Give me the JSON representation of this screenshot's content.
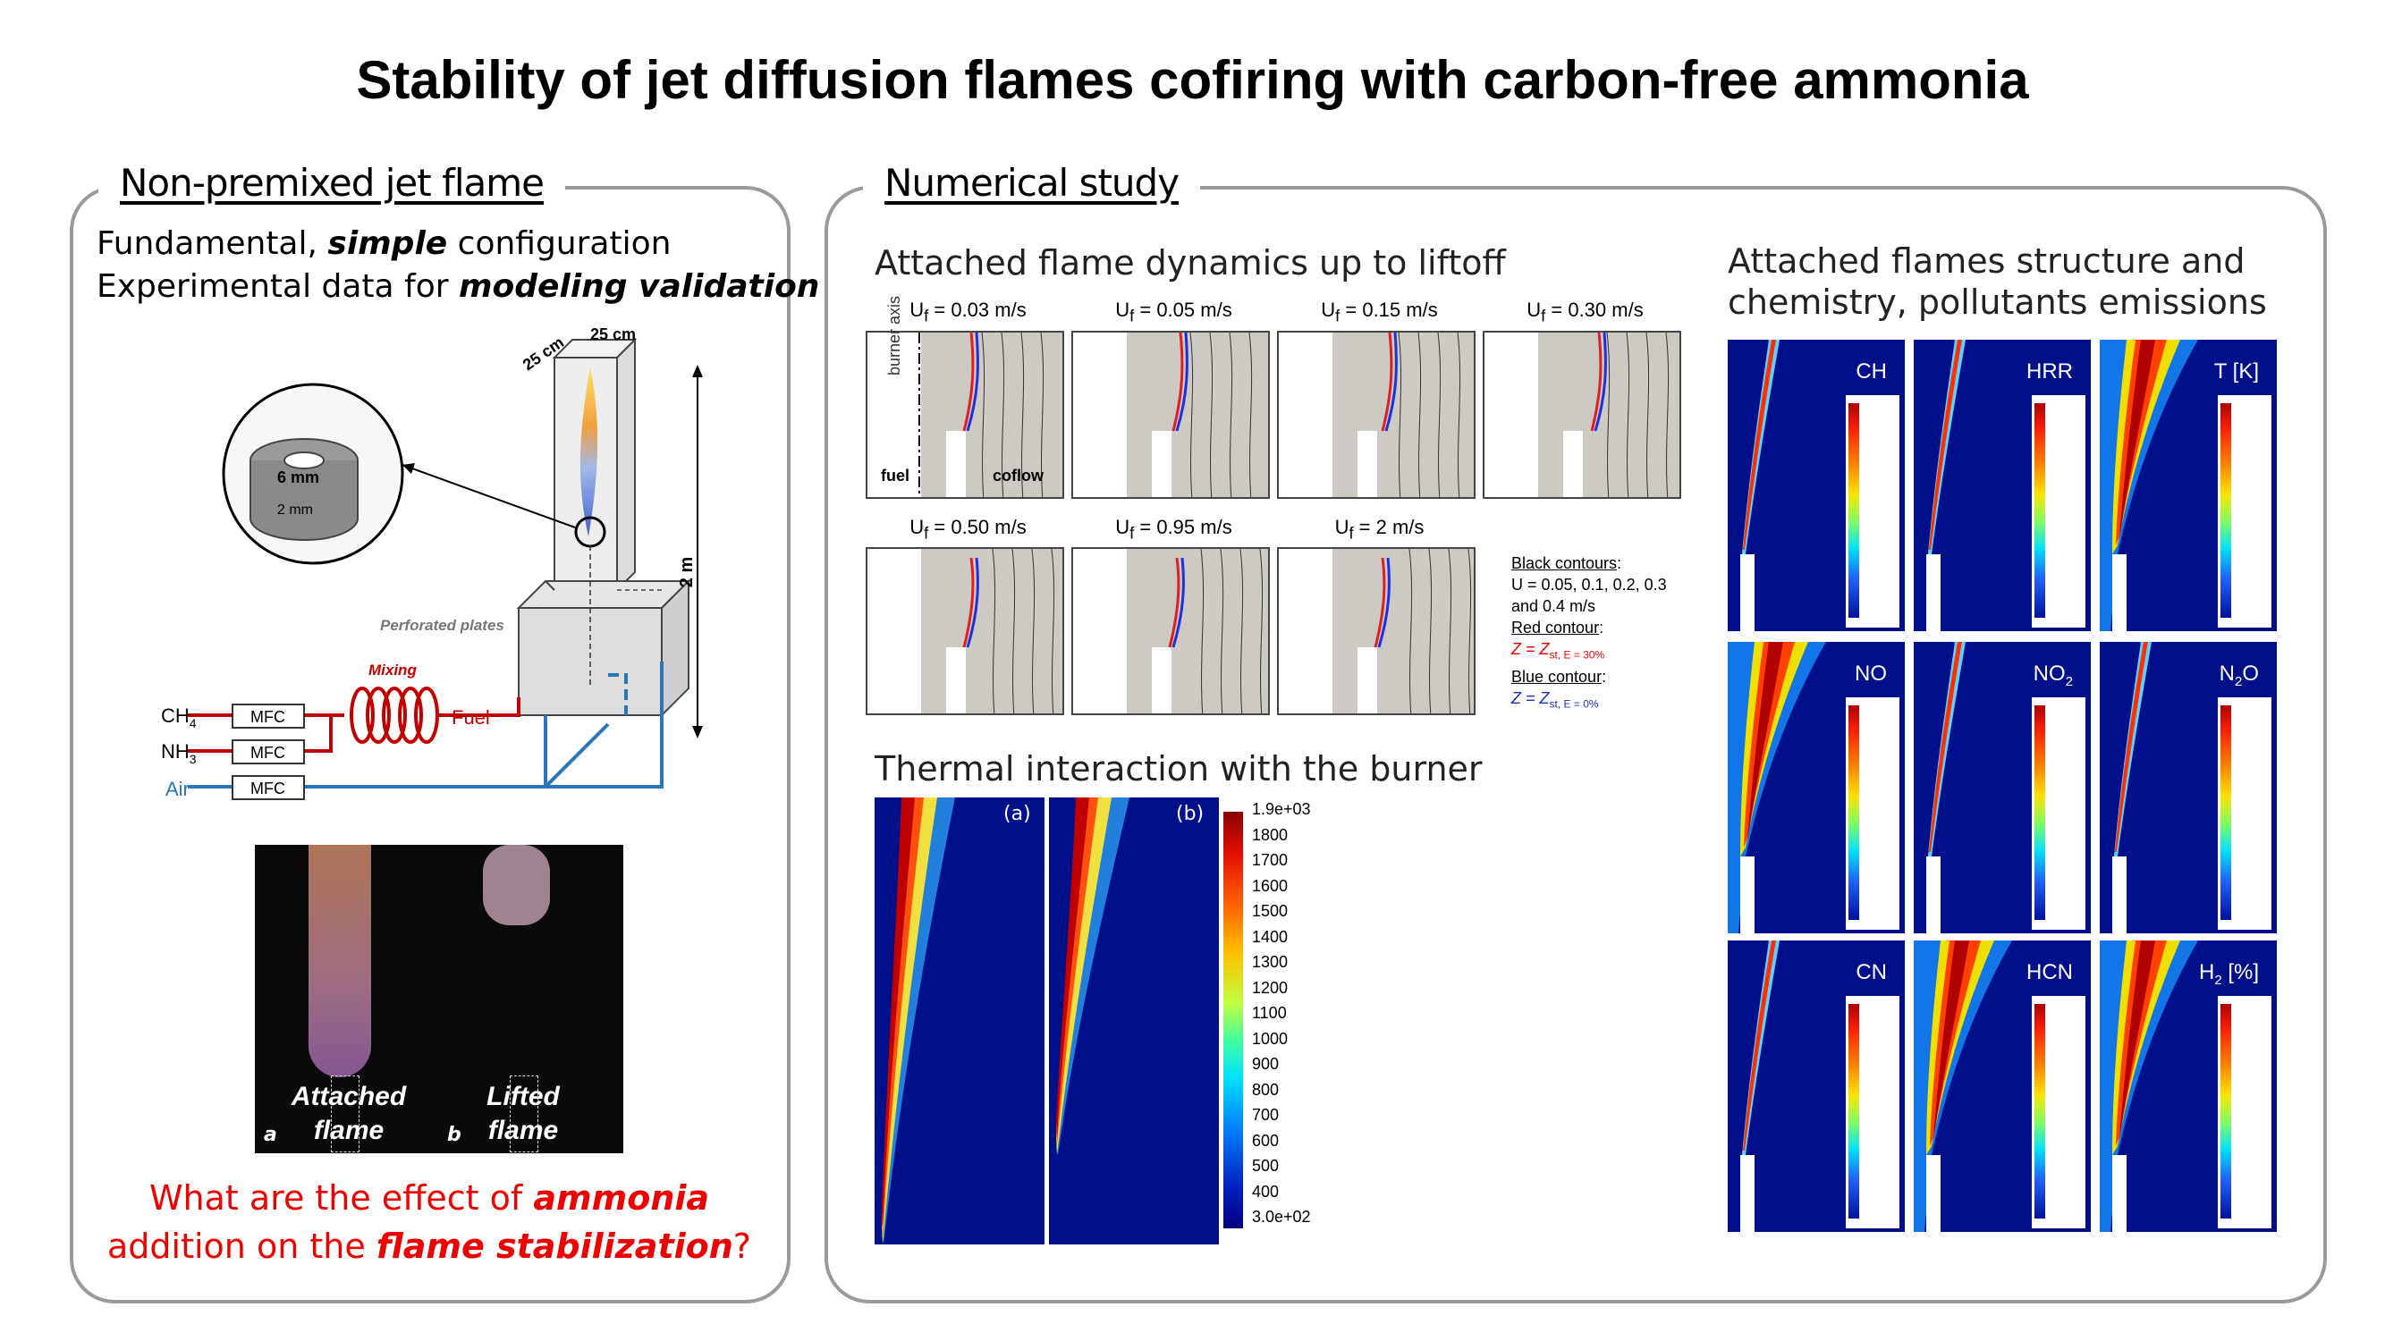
{
  "title": "Stability of jet diffusion flames cofiring with carbon-free ammonia",
  "left_panel": {
    "heading": "Non-premixed jet flame",
    "line1_prefix": "Fundamental, ",
    "line1_emph": "simple",
    "line1_suffix": " configuration",
    "line2_prefix": "Experimental data for ",
    "line2_emph": "modeling validation",
    "diagram": {
      "dim_width": "25 cm",
      "dim_depth": "25 cm",
      "dim_height": "2 m",
      "nozzle_outer": "6 mm",
      "nozzle_inner": "2 mm",
      "perforated": "Perforated plates",
      "mixing": "Mixing",
      "fuel": "Fuel",
      "ch4": "CH",
      "ch4_sub": "4",
      "nh3": "NH",
      "nh3_sub": "3",
      "air": "Air",
      "mfc": "MFC"
    },
    "photo": {
      "label_a_l1": "Attached",
      "label_a_l2": "flame",
      "label_b_l1": "Lifted",
      "label_b_l2": "flame",
      "tag_a": "a",
      "tag_b": "b"
    },
    "question_l1_prefix": "What are the effect of ",
    "question_l1_emph": "ammonia",
    "question_l2_prefix": "addition on the ",
    "question_l2_emph": "flame stabilization",
    "question_l2_suffix": "?"
  },
  "right_panel": {
    "heading": "Numerical study",
    "dynamics_title": "Attached flame dynamics up to liftoff",
    "snapshots": [
      {
        "u": "U",
        "sub": "f",
        "val": " = 0.03 m/s"
      },
      {
        "u": "U",
        "sub": "f",
        "val": " = 0.05 m/s"
      },
      {
        "u": "U",
        "sub": "f",
        "val": " = 0.15 m/s"
      },
      {
        "u": "U",
        "sub": "f",
        "val": " = 0.30 m/s"
      },
      {
        "u": "U",
        "sub": "f",
        "val": " = 0.50 m/s"
      },
      {
        "u": "U",
        "sub": "f",
        "val": " = 0.95 m/s"
      },
      {
        "u": "U",
        "sub": "f",
        "val": " = 2 m/s"
      }
    ],
    "burner_axis": "burner axis",
    "fuel": "fuel",
    "coflow": "coflow",
    "contours": {
      "black_title": "Black contours",
      "black_body_l1": "U = 0.05, 0.1, 0.2, 0.3",
      "black_body_l2": "and 0.4 m/s",
      "red_title": "Red contour",
      "red_eq": "Z = Z",
      "red_sub": "st, E = 30%",
      "blue_title": "Blue contour",
      "blue_eq": "Z = Z",
      "blue_sub": "st, E = 0%"
    },
    "thermal_title": "Thermal interaction with the burner",
    "thermal_tags": [
      "(a)",
      "(b)"
    ],
    "thermal_scale": [
      "1.9e+03",
      "1800",
      "1700",
      "1600",
      "1500",
      "1400",
      "1300",
      "1200",
      "1100",
      "1000",
      "900",
      "800",
      "700",
      "600",
      "500",
      "400",
      "3.0e+02"
    ],
    "structure_title_l1": "Attached flames structure and",
    "structure_title_l2": "chemistry, pollutants emissions",
    "species": [
      {
        "name": "CH"
      },
      {
        "name": "HRR"
      },
      {
        "name": "T [K]"
      },
      {
        "name": "NO"
      },
      {
        "name": "NO",
        "sub": "2"
      },
      {
        "name": "N",
        "sub": "2",
        "suffix": "O"
      },
      {
        "name": "CN"
      },
      {
        "name": "HCN"
      },
      {
        "name": "H",
        "sub": "2",
        "suffix": " [%]"
      }
    ]
  },
  "colors": {
    "panel_border": "#9a9a9a",
    "question": "#e00000",
    "fuel_line": "#c00000",
    "air_line": "#2e75b6",
    "field_bg": "#00108a"
  }
}
